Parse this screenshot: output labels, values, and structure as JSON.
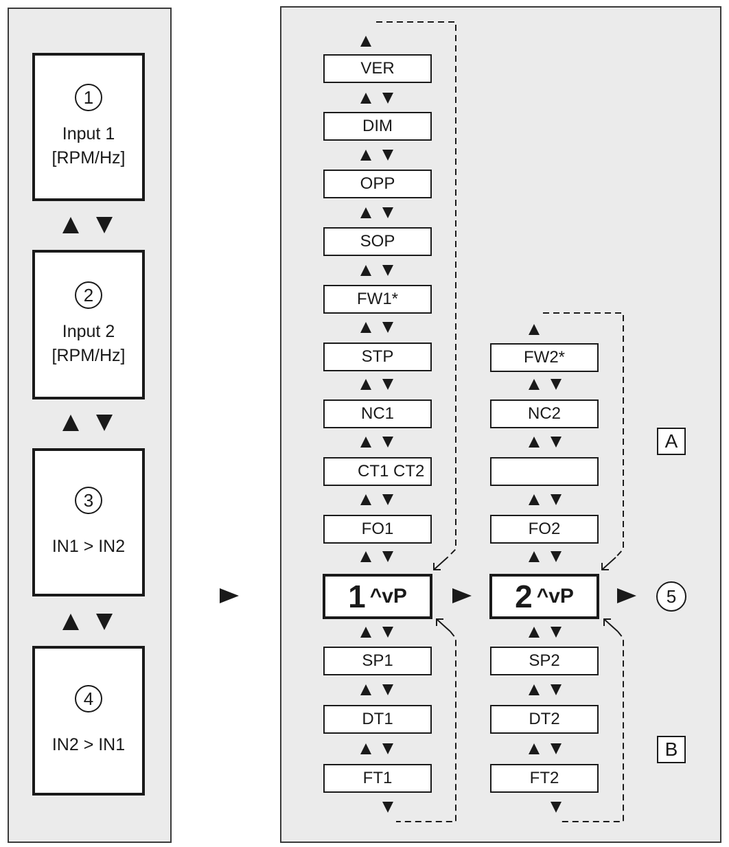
{
  "modes": [
    {
      "num": "1",
      "line1": "Input 1",
      "line2": "[RPM/Hz]"
    },
    {
      "num": "2",
      "line1": "Input 2",
      "line2": "[RPM/Hz]"
    },
    {
      "num": "3",
      "line1": "IN1 > IN2",
      "line2": ""
    },
    {
      "num": "4",
      "line1": "IN2 > IN1",
      "line2": ""
    }
  ],
  "menu1_top": [
    "VER",
    "DIM",
    "OPP",
    "SOP",
    "FW1*",
    "STP",
    "NC1",
    "CT1 CT2",
    "FO1"
  ],
  "menu1_main": {
    "num": "1",
    "suffix": "^vP"
  },
  "menu1_bottom": [
    "SP1",
    "DT1",
    "FT1"
  ],
  "menu2_top": [
    "FW2*",
    "NC2",
    "",
    "FO2"
  ],
  "menu2_main": {
    "num": "2",
    "suffix": "^vP"
  },
  "menu2_bottom": [
    "SP2",
    "DT2",
    "FT2"
  ],
  "labels": {
    "a": "A",
    "b": "B",
    "out": "5"
  }
}
